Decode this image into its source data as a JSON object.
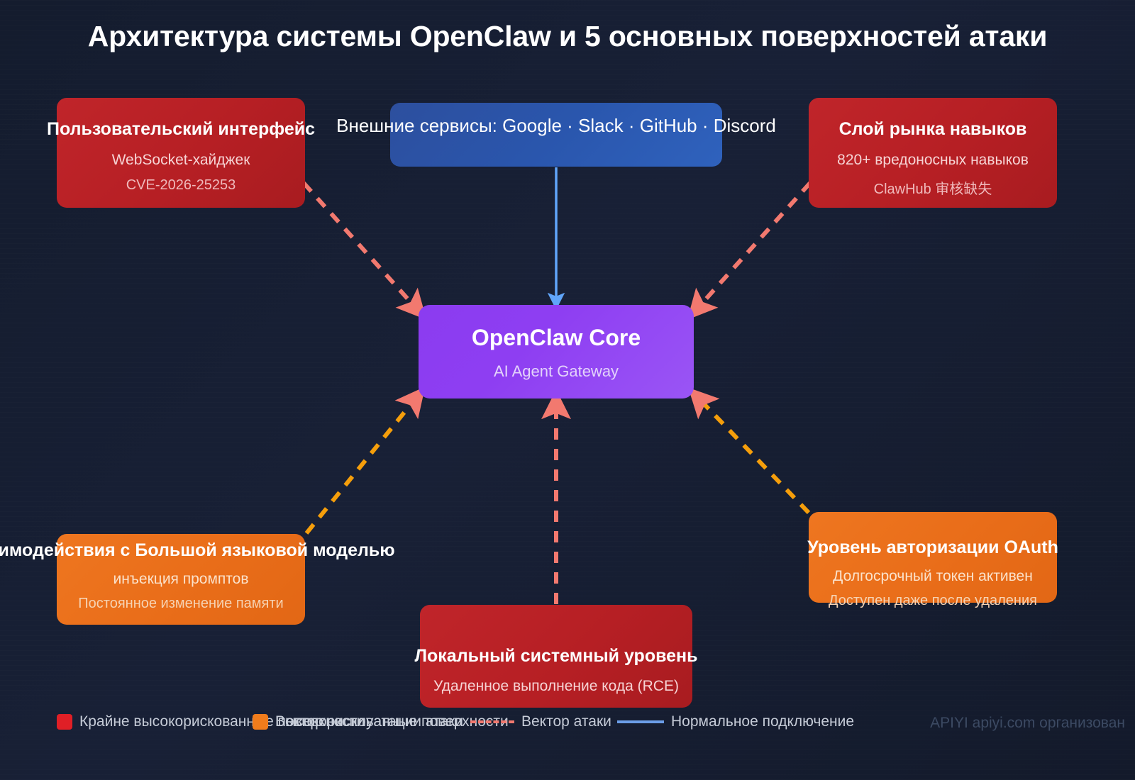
{
  "page": {
    "title": "Архитектура системы OpenClaw и 5 основных поверхностей атаки",
    "watermark": "APIYI apiyi.com организован",
    "background_color": "#141c2e"
  },
  "nodes": {
    "user_interface": {
      "title": "Пользовательский интерфейс",
      "sub1": "WebSocket-хайджек",
      "sub2": "CVE-2026-25253",
      "severity": "critical",
      "color": "#b61f24"
    },
    "skill_market": {
      "title": "Слой рынка навыков",
      "sub1": "820+ вредоносных навыков",
      "sub2": "ClawHub 审核缺失",
      "severity": "critical",
      "color": "#b61f24"
    },
    "external_services": {
      "title": "Внешние сервисы: Google · Slack · GitHub · Discord",
      "severity": "normal",
      "color": "#2a56ad"
    },
    "core": {
      "title": "OpenClaw Core",
      "sub1": "AI Agent Gateway",
      "color": "#8e3ef2"
    },
    "llm_interaction": {
      "title": "Взаимодействия с Большой языковой моделью",
      "sub1": "инъекция промптов",
      "sub2": "Постоянное изменение памяти",
      "severity": "high",
      "color": "#e96d19"
    },
    "oauth_layer": {
      "title": "Уровень авторизации OAuth",
      "sub1": "Долгосрочный токен активен",
      "sub2": "Доступен даже после удаления",
      "severity": "high",
      "color": "#e96d19"
    },
    "local_system": {
      "title": "Локальный системный уровень",
      "sub1": "Удаленное выполнение кода (RCE)",
      "severity": "critical",
      "color": "#b61f24"
    }
  },
  "legend": {
    "critical_label": "Крайне высокорискованные поверхности",
    "high_label": "Высокорискованные поверхности",
    "exploit_label": "Вектор эксплуатации атаки",
    "vector_label": "Вектор атаки",
    "normal_label": "Нормальное подключение",
    "critical_color": "#e01f26",
    "high_color": "#f07c1c",
    "attack_line_color": "#f2796f",
    "normal_line_color": "#6c9ee8"
  },
  "chart_data": {
    "type": "diagram",
    "title": "Архитектура системы OpenClaw и 5 основных поверхностей атаки",
    "center_node": "OpenClaw Core",
    "attack_surfaces": 5,
    "edges": [
      {
        "from": "user_interface",
        "to": "core",
        "style": "dashed",
        "color": "#f2796f",
        "kind": "attack"
      },
      {
        "from": "skill_market",
        "to": "core",
        "style": "dashed",
        "color": "#f2796f",
        "kind": "attack"
      },
      {
        "from": "local_system",
        "to": "core",
        "style": "dashed",
        "color": "#f2796f",
        "kind": "attack"
      },
      {
        "from": "llm_interaction",
        "to": "core",
        "style": "dashed",
        "color": "#f59e0b",
        "kind": "attack"
      },
      {
        "from": "oauth_layer",
        "to": "core",
        "style": "dashed",
        "color": "#f59e0b",
        "kind": "attack"
      },
      {
        "from": "external_services",
        "to": "core",
        "style": "solid",
        "color": "#60a5fa",
        "kind": "normal"
      }
    ]
  }
}
